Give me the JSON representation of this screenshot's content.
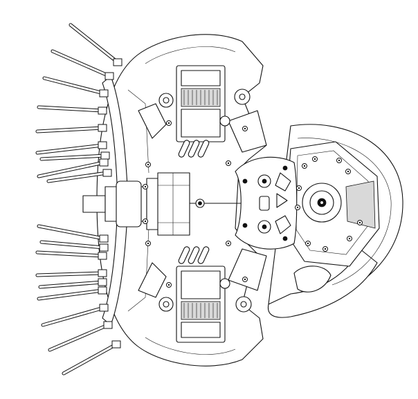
{
  "diagram": {
    "kind": "mechanical line drawing",
    "colors": {
      "line": "#111111",
      "fill": "#ffffff",
      "shade": "#d9d9d9",
      "background": "#ffffff"
    },
    "parts": [
      "gripper-frame",
      "needle-array-upper",
      "needle-array-lower",
      "servo-upper",
      "servo-lower",
      "center-hub-plate",
      "slide-carriage",
      "rear-mount-plate",
      "wrist-flange",
      "connecting-rod"
    ],
    "needle_count_upper": 9,
    "needle_count_lower": 9
  }
}
